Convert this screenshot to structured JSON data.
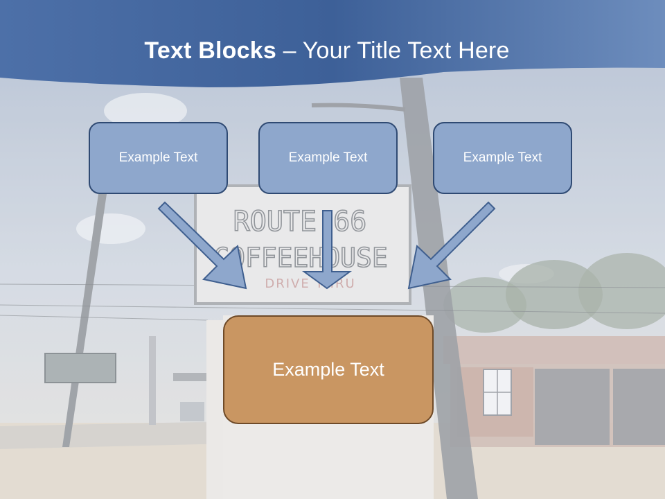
{
  "title": {
    "bold": "Text Blocks",
    "rest": " – Your Title Text Here"
  },
  "blocks": {
    "left": "Example Text",
    "center": "Example Text",
    "right": "Example Text",
    "main": "Example Text"
  },
  "background_sign": {
    "line1": "ROUTE 66",
    "line2": "COFFEEHOUSE",
    "line3": "DRIVE THRU"
  },
  "colors": {
    "title_band": "#4a6da5",
    "small_box_fill": "#8ea7cc",
    "small_box_border": "#2f4a73",
    "main_box_fill": "#c99662",
    "main_box_border": "#6e4a28",
    "arrow_fill": "#8ea7cc",
    "arrow_stroke": "#3f5f8f"
  }
}
